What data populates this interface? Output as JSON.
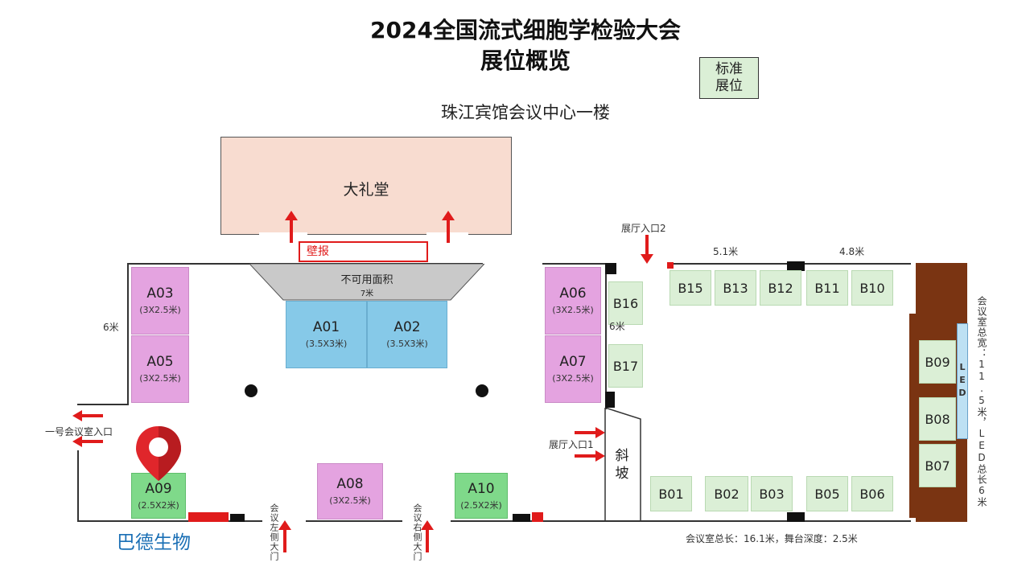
{
  "header": {
    "title_line1": "2024全国流式细胞学检验大会",
    "title_line2": "展位概览",
    "subtitle": "珠江宾馆会议中心一楼"
  },
  "legend": {
    "label_line1": "标准",
    "label_line2": "展位"
  },
  "hall": {
    "name": "大礼堂"
  },
  "poster": {
    "label": "壁报"
  },
  "unavailable": {
    "label": "不可用面积",
    "width_label": "7米"
  },
  "booths_left": [
    {
      "id": "A03",
      "size": "(3X2.5米)"
    },
    {
      "id": "A05",
      "size": "(3X2.5米)"
    },
    {
      "id": "A01",
      "size": "(3.5X3米)"
    },
    {
      "id": "A02",
      "size": "(3.5X3米)"
    },
    {
      "id": "A06",
      "size": "(3X2.5米)"
    },
    {
      "id": "A07",
      "size": "(3X2.5米)"
    },
    {
      "id": "A08",
      "size": "(3X2.5米)"
    },
    {
      "id": "A09",
      "size": "(2.5X2米)"
    },
    {
      "id": "A10",
      "size": "(2.5X2米)"
    }
  ],
  "booths_right": {
    "top": [
      "B15",
      "B13",
      "B12",
      "B11",
      "B10"
    ],
    "side": [
      "B16",
      "B17"
    ],
    "bottom": [
      "B01",
      "B02",
      "B03",
      "B05",
      "B06"
    ],
    "stage_side": [
      "B09",
      "B08",
      "B07"
    ]
  },
  "labels": {
    "left_6m": "6米",
    "mid_6m": "6米",
    "top_5_1": "5.1米",
    "top_4_8": "4.8米",
    "meeting_room_1": "一号会议室入口",
    "entrance_1": "展厅入口1",
    "entrance_2": "展厅入口2",
    "ramp": "斜坡",
    "left_door": "会议左侧大门",
    "right_door": "会议右侧大门",
    "led": "LED",
    "room_width": "会议室总宽：11.5米，LED总长6米",
    "room_length": "会议室总长：16.1米，舞台深度：2.5米"
  },
  "exhibitor": {
    "name": "巴德生物",
    "marker": "map-pin-icon",
    "color": "#1a6fb5"
  }
}
